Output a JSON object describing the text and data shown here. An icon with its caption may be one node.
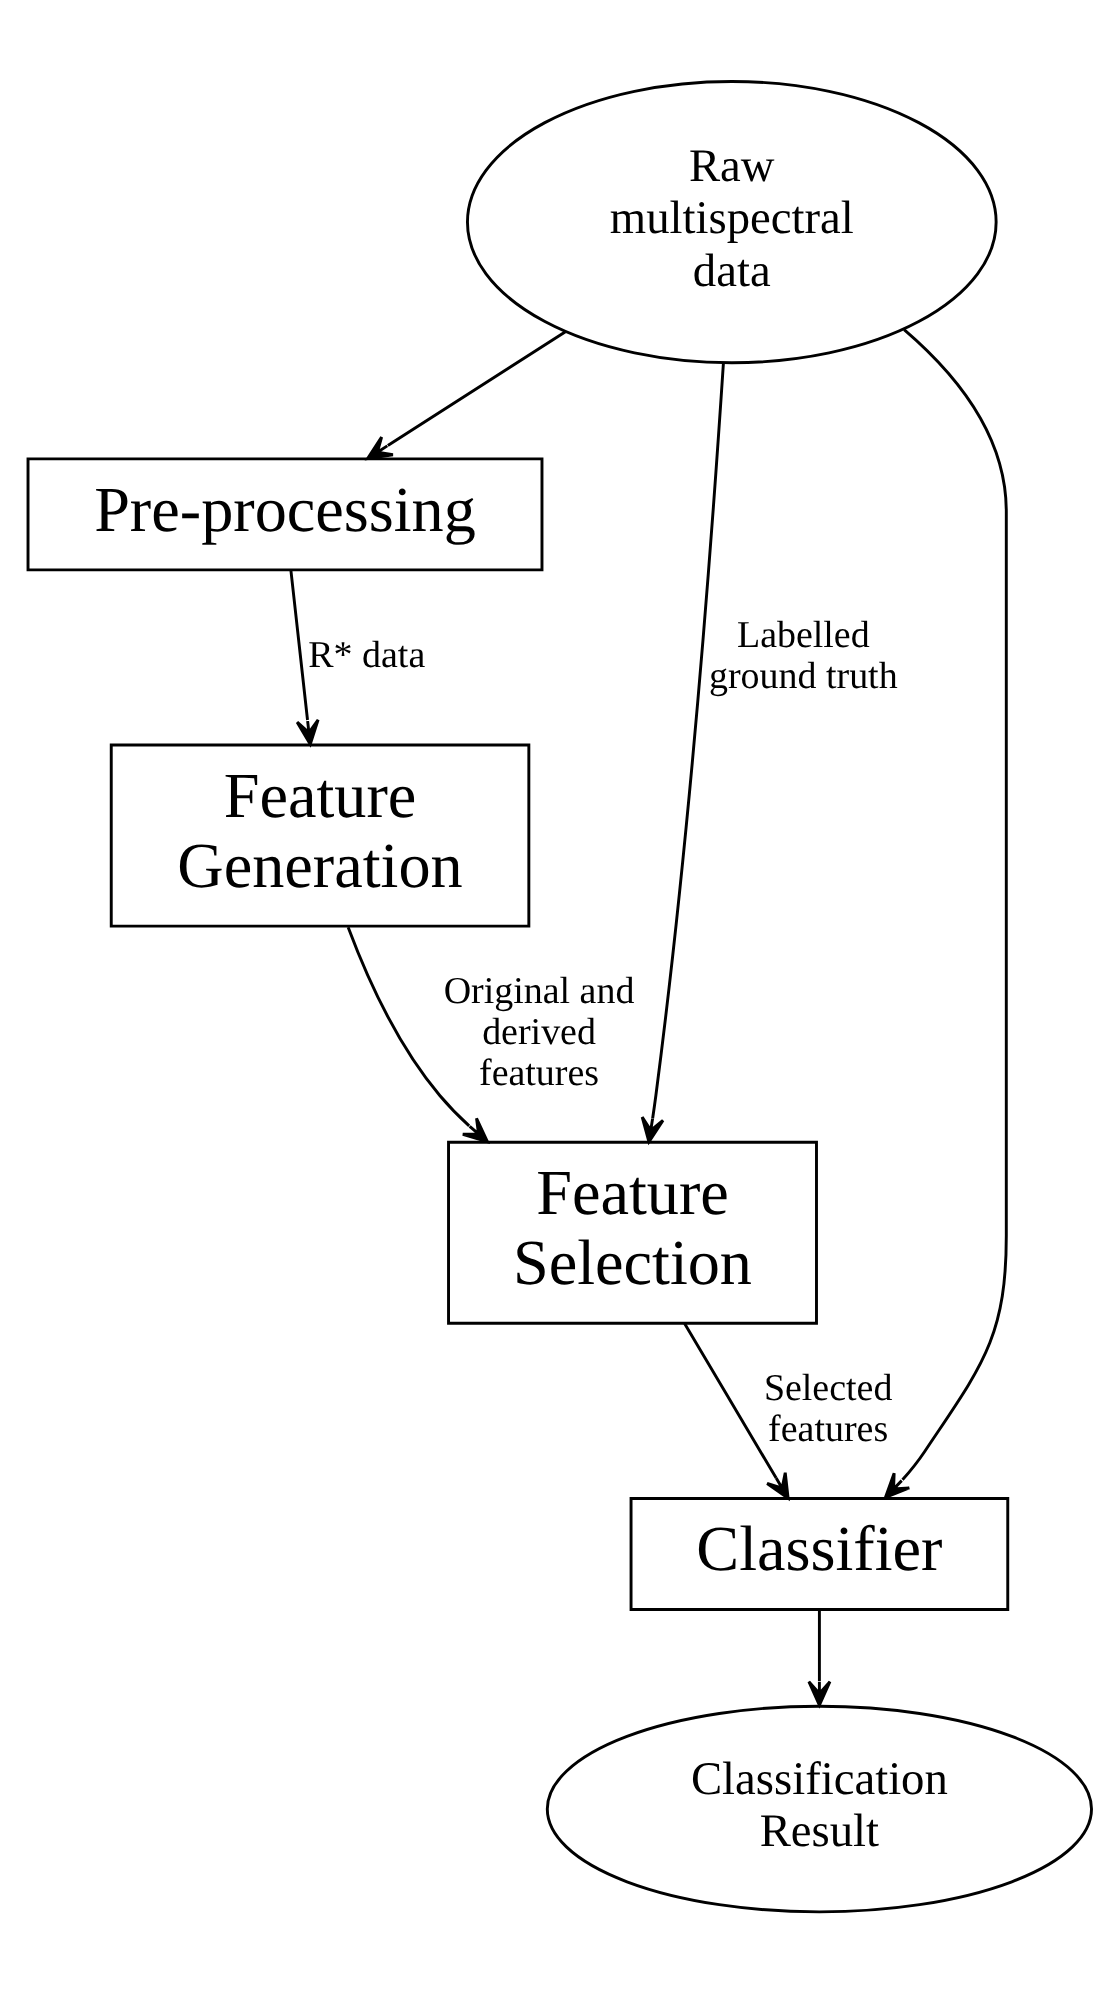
{
  "diagram": {
    "nodes": [
      {
        "text": [
          "Raw multispectral data"
        ]
      },
      {
        "text": [
          "Pre-processing"
        ]
      },
      {
        "text": [
          "Feature Generation"
        ]
      },
      {
        "text": [
          "Feature Selection"
        ]
      },
      {
        "text": [
          "Classifier"
        ]
      },
      {
        "text": [
          "Classification Result"
        ]
      }
    ],
    "edges": [
      {
        "from": 0,
        "to": 1,
        "arrow": "to"
      },
      {
        "from": 1,
        "to": 2,
        "arrow": "to",
        "label": "R* data"
      },
      {
        "from": 2,
        "to": 3,
        "arrow": "to",
        "label": "Original and derived features"
      },
      {
        "from": 0,
        "to": 3,
        "arrow": "to",
        "label": "Labelled ground truth"
      },
      {
        "from": 3,
        "to": 4,
        "arrow": "to",
        "label": "Selected features"
      },
      {
        "from": 0,
        "to": 4,
        "arrow": "to"
      },
      {
        "from": 4,
        "to": 5,
        "arrow": "to"
      }
    ]
  }
}
